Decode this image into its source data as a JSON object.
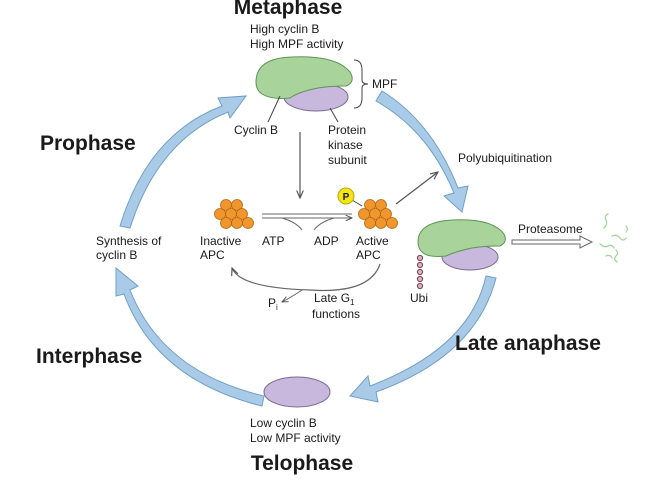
{
  "phases": {
    "metaphase": "Metaphase",
    "prophase": "Prophase",
    "interphase": "Interphase",
    "telophase": "Telophase",
    "late_anaphase": "Late anaphase"
  },
  "labels": {
    "high_cyclin": "High cyclin B",
    "high_mpf": "High MPF activity",
    "mpf": "MPF",
    "cyclin_b": "Cyclin B",
    "protein": "Protein",
    "kinase": "kinase",
    "subunit": "subunit",
    "polyubiquitination": "Polyubiquitination",
    "proteasome": "Proteasome",
    "synthesis_1": "Synthesis of",
    "synthesis_2": "cyclin B",
    "inactive_1": "Inactive",
    "inactive_2": "APC",
    "atp": "ATP",
    "adp": "ADP",
    "active_1": "Active",
    "active_2": "APC",
    "phosphate": "P",
    "pi_main": "P",
    "pi_sub": "i",
    "late_g1_pre": "Late G",
    "late_g1_sub": "1",
    "functions": "functions",
    "ubi": "Ubi",
    "low_cyclin": "Low cyclin B",
    "low_mpf": "Low MPF activity"
  },
  "colors": {
    "cycle_arrow": "#a9cbe8",
    "cycle_arrow_stroke": "#6f9fc8",
    "cyclin": "#a8d39a",
    "kinase": "#c9b8dd",
    "apc": "#f0962a",
    "phosphate": "#f5e516",
    "proteasome_fragments": "#9fd89a"
  }
}
